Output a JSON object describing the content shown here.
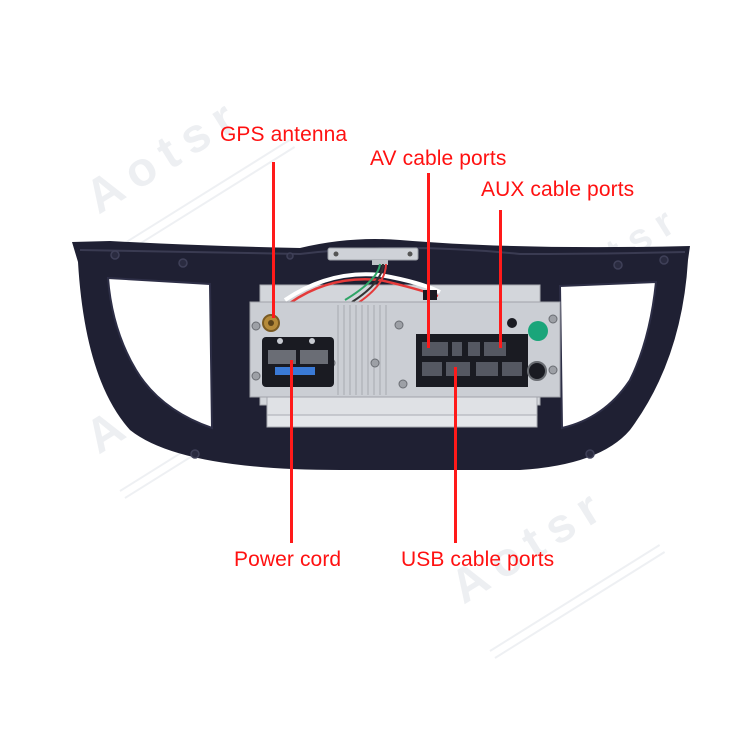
{
  "image": {
    "subject": "Car radio head unit with dash frame, rear view",
    "watermark_text": "Aotsr",
    "accent_color": "#ff1111",
    "frame_color": "#1f2033",
    "chassis_color": "#c9ccd2",
    "connector_color": "#1a1b22",
    "fuse_color": "#3a7ad6",
    "badge_color": "#1aa57a"
  },
  "callouts": [
    {
      "id": "gps",
      "label": "GPS antenna"
    },
    {
      "id": "av",
      "label": "AV cable ports"
    },
    {
      "id": "aux",
      "label": "AUX cable ports"
    },
    {
      "id": "power",
      "label": "Power cord"
    },
    {
      "id": "usb",
      "label": "USB cable ports"
    }
  ]
}
